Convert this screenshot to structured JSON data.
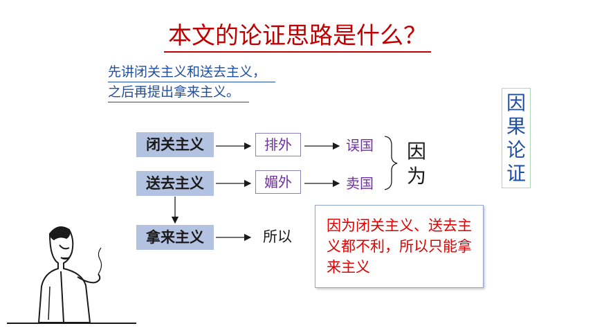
{
  "title": "本文的论证思路是什么？",
  "summary": {
    "line1": "先讲闭关主义和送去主义，",
    "line2": "之后再提出拿来主义。"
  },
  "flow": {
    "term1": "闭关主义",
    "term2": "送去主义",
    "term3": "拿来主义",
    "reason1": "排外",
    "reason2": "媚外",
    "result1": "误国",
    "result2": "卖国",
    "cause_chars": [
      "因",
      "为"
    ],
    "therefore": "所以"
  },
  "conclusion": "因为闭关主义、送去主义都不利，所以只能拿来主义",
  "side_label_chars": [
    "因",
    "果",
    "论",
    "证"
  ],
  "colors": {
    "title": "#c00000",
    "summary": "#1f4e9e",
    "term_bg": "#b4c2e2",
    "reason_text": "#7030a0",
    "conclusion_text": "#e00000"
  }
}
